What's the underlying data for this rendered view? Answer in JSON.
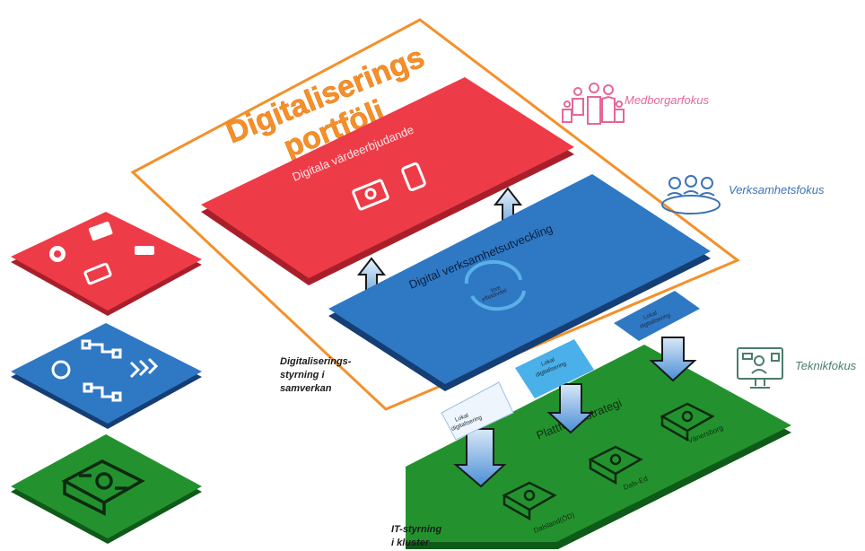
{
  "diagram": {
    "portfolio_title_line1": "Digitaliserings",
    "portfolio_title_line2": "portfölj",
    "red_layer_label": "Digitala värdeerbjudande",
    "blue_layer_label": "Digital verksamhetsutveckling",
    "inner_cycle_label_line1": "Inre",
    "inner_cycle_label_line2": "effektivitet",
    "local_box_label_line1": "Lokal",
    "local_box_label_line2": "digitalisering",
    "green_layer_label": "Plattformsstrategi",
    "clusters": [
      "Dalsland(ÖD)",
      "Dals-Ed",
      "Vänersborg"
    ],
    "side_labels": {
      "medborgar": "Medborgarfokus",
      "verksamhet": "Verksamhetsfokus",
      "teknik": "Teknikfokus"
    },
    "governance": {
      "digital_line1": "Digitaliserings-",
      "digital_line2": "styrning i",
      "digital_line3": "samverkan",
      "it_line1": "IT-styrning",
      "it_line2": "i kluster"
    },
    "colors": {
      "red": "#ee3b48",
      "blue": "#2f78c4",
      "green": "#23922e",
      "orange": "#f4902a",
      "pink_text": "#e5679a",
      "blue_text": "#3a73b8",
      "teal_text": "#4a7d6a"
    }
  }
}
